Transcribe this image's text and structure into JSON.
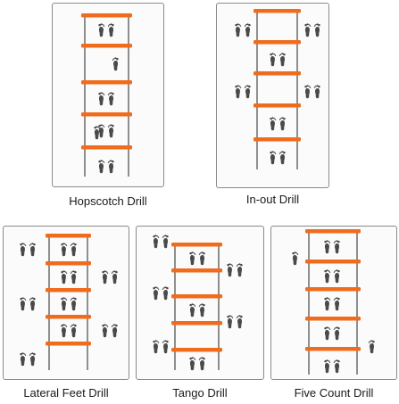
{
  "drills": [
    {
      "label": "Hopscotch Drill"
    },
    {
      "label": "In-out Drill"
    },
    {
      "label": "Lateral Feet Drill"
    },
    {
      "label": "Tango Drill"
    },
    {
      "label": "Five Count Drill"
    }
  ],
  "colors": {
    "rung": "#f06b1c",
    "rail": "#555555",
    "foot": "#4a4a4a",
    "panel_border": "#8a8a8a"
  }
}
